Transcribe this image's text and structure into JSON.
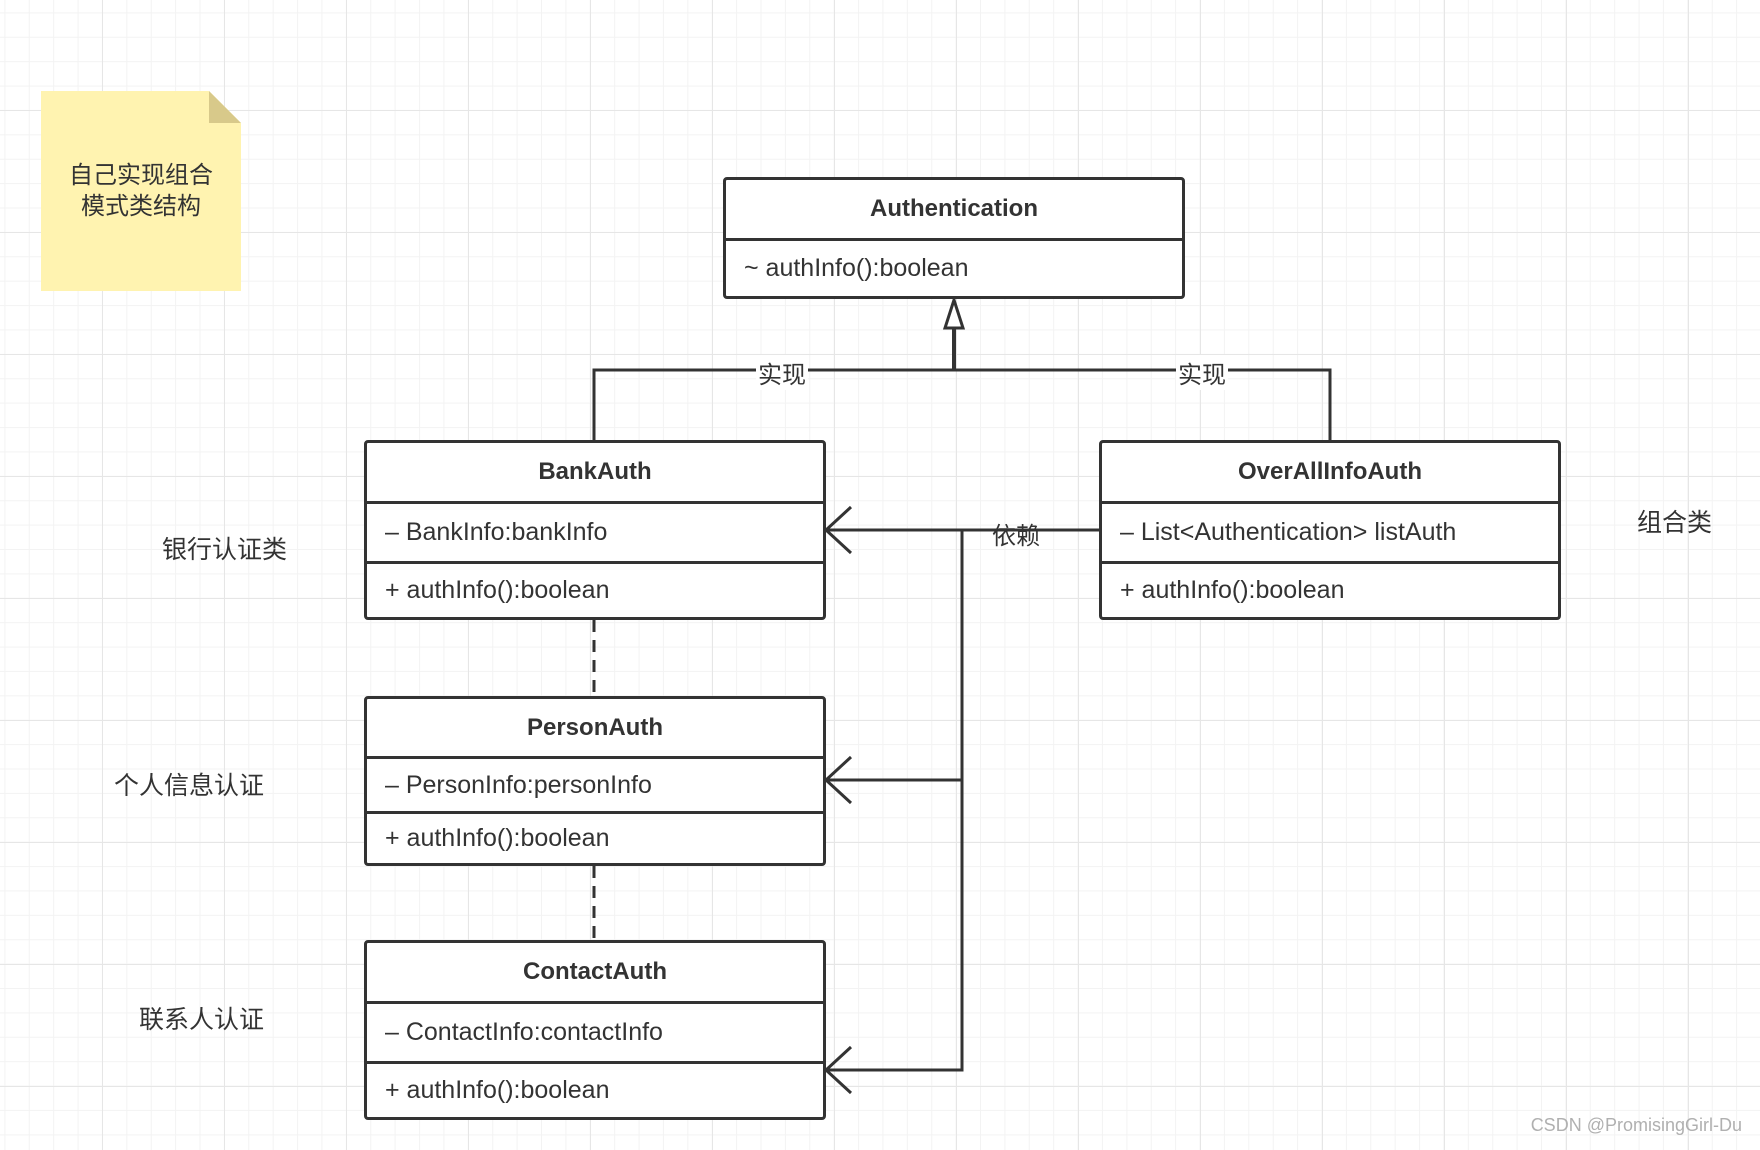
{
  "note": {
    "line1": "自己实现组合",
    "line2": "模式类结构"
  },
  "classes": {
    "authentication": {
      "name": "Authentication",
      "members": [
        "~ authInfo():boolean"
      ]
    },
    "bankauth": {
      "name": "BankAuth",
      "members": [
        "– BankInfo:bankInfo",
        "+ authInfo():boolean"
      ]
    },
    "overall": {
      "name": "OverAllInfoAuth",
      "members": [
        "– List<Authentication> listAuth",
        "+ authInfo():boolean"
      ]
    },
    "personauth": {
      "name": "PersonAuth",
      "members": [
        "– PersonInfo:personInfo",
        "+ authInfo():boolean"
      ]
    },
    "contactauth": {
      "name": "ContactAuth",
      "members": [
        "– ContactInfo:contactInfo",
        "+ authInfo():boolean"
      ]
    }
  },
  "side_labels": {
    "bank": "银行认证类",
    "person": "个人信息认证",
    "contact": "联系人认证",
    "overall": "组合类"
  },
  "edge_labels": {
    "realize_left": "实现",
    "realize_right": "实现",
    "depend": "依赖"
  },
  "watermark": "CSDN @PromisingGirl-Du",
  "colors": {
    "line": "#333333",
    "note_fill": "#fff3b0",
    "grid": "#e6e6e6"
  }
}
